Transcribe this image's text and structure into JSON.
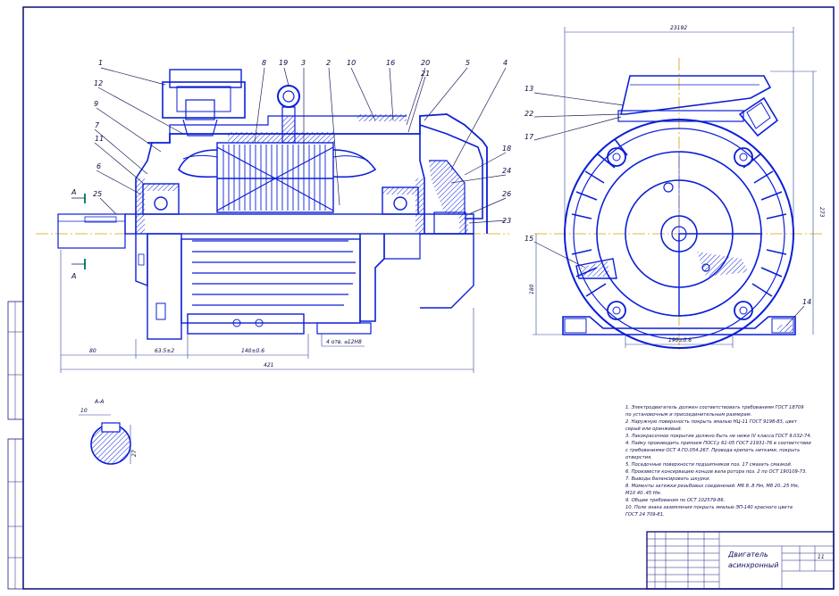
{
  "drawing": {
    "title_line1": "Двигатель",
    "title_line2": "асинхронный",
    "sheet_number": "11",
    "colors": {
      "outline": "#0b1fd6",
      "axis": "#d8a000",
      "text": "#0a0a40",
      "annotation": "#202060"
    }
  },
  "callouts": {
    "c1": "1",
    "c2": "2",
    "c3": "3",
    "c4": "4",
    "c5": "5",
    "c6": "6",
    "c7": "7",
    "c8": "8",
    "c9": "9",
    "c10": "10",
    "c11": "11",
    "c12": "12",
    "c13": "13",
    "c14": "14",
    "c15": "15",
    "c16": "16",
    "c17": "17",
    "c18": "18",
    "c19": "19",
    "c20": "20",
    "c21": "21",
    "c22": "22",
    "c23": "23",
    "c24": "24",
    "c25": "25",
    "c26": "26"
  },
  "section_marks": {
    "top": "A",
    "bottom": "A",
    "section_title": "А-А"
  },
  "dimensions": {
    "d80": "80",
    "d635": "63.5±2",
    "d140": "140±0.6",
    "d421": "421",
    "d12h8": "4 отв. ⌀12H8",
    "d190": "190±0.6",
    "d23192": "23192",
    "d273": "273",
    "d180": "180",
    "shaft_w": "10",
    "shaft_t": "27"
  },
  "notes": [
    "1. Электродвигатель должен соответствовать требованиям ГОСТ 18709",
    "по установочным и присоединительным размерам.",
    "2. Наружную поверхность покрыть эмалью НЦ-11 ГОСТ 9198-83, цвет",
    "серый или оранжевый.",
    "3. Лакокрасочное покрытие должно быть не ниже IV класса ГОСТ 9.032-74.",
    "4. Пайку производить припоем ПОССу 61-05 ГОСТ 21931-76 в соответствии",
    "с требованиями ОСТ 4.ГО.054.267. Провода крепить нитками, покрыть",
    "отверстия.",
    "5. Посадочные поверхности подшипников поз. 17 смазать смазкой.",
    "6. Произвести консервацию концов вала ротора поз. 2 по ОСТ 190109-73.",
    "7. Выводы балансировать шкурки.",
    "8. Моменты затяжки резьбовых соединений: М6 8..8 Нм, М8 20..25 Нм,",
    "М10 40..45 Нм.",
    "9. Общие требования по ОСТ 102579-86.",
    "10. Поле знака заземления покрыть эмалью ЭП-140 красного цвета",
    "ГОСТ 24 709-81."
  ]
}
